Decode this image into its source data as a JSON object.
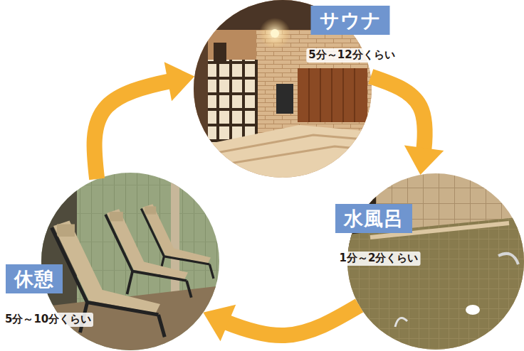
{
  "diagram": {
    "nodes": [
      {
        "text": [
          "サウナ",
          "5分～12分くらい"
        ]
      },
      {
        "text": [
          "水風呂",
          "1分～2分くらい"
        ]
      },
      {
        "text": [
          "休憩",
          "5分～10分くらい"
        ]
      }
    ],
    "edges": [
      {
        "from": 0,
        "to": 1,
        "arrow": "to"
      },
      {
        "from": 1,
        "to": 2,
        "arrow": "to"
      },
      {
        "from": 2,
        "to": 0,
        "arrow": "to"
      }
    ]
  }
}
